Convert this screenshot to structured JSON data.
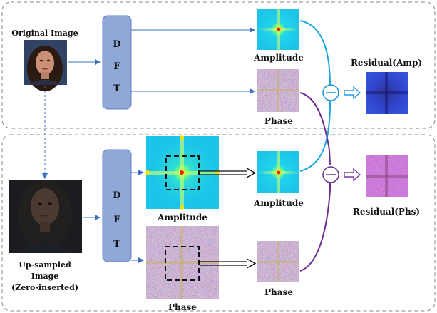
{
  "labels": {
    "original_image": "Original Image",
    "dft_letters": [
      "D",
      "F",
      "T"
    ],
    "amplitude": "Amplitude",
    "phase": "Phase",
    "residual_amp": "Residual(Amp)",
    "residual_phs": "Residual(Phs)",
    "upsampled_lines": [
      "Up-sampled",
      "Image",
      "(Zero-inserted)"
    ]
  },
  "colors": {
    "dft_block": "#8fa8d8",
    "dft_block_stroke": "#5f7fbf",
    "amp_path": "#1aa7e0",
    "phase_path": "#6a2c8f",
    "arrow_blue": "#3b6fc2",
    "panel_border": "#888888"
  },
  "icons": {
    "minus_circle": "minus-circle-icon",
    "hollow_arrow": "hollow-right-arrow-icon"
  }
}
